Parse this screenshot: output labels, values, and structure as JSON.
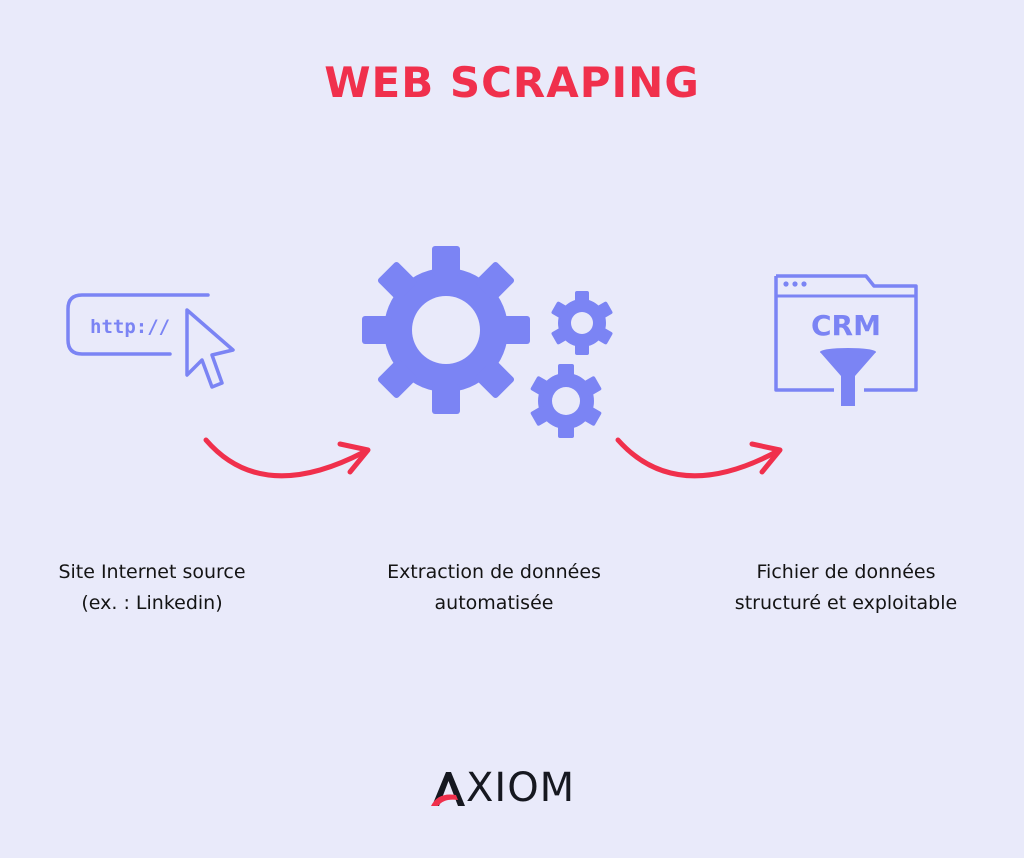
{
  "title": "WEB SCRAPING",
  "colors": {
    "background": "#e9eafa",
    "accent": "#f0304c",
    "icon": "#7b84f4",
    "text": "#141414"
  },
  "steps": [
    {
      "icon": "browser-url-cursor-icon",
      "url_text": "http://",
      "lines": [
        "Site Internet source",
        "(ex. : Linkedin)"
      ]
    },
    {
      "icon": "gears-icon",
      "lines": [
        "Extraction de données",
        "automatisée"
      ]
    },
    {
      "icon": "crm-window-funnel-icon",
      "window_text": "CRM",
      "lines": [
        "Fichier de données",
        "structuré et exploitable"
      ]
    }
  ],
  "arrows": [
    "curved-arrow-icon",
    "curved-arrow-icon"
  ],
  "logo": {
    "text": "XIOM",
    "mark": "A",
    "full": "AXIOM"
  }
}
